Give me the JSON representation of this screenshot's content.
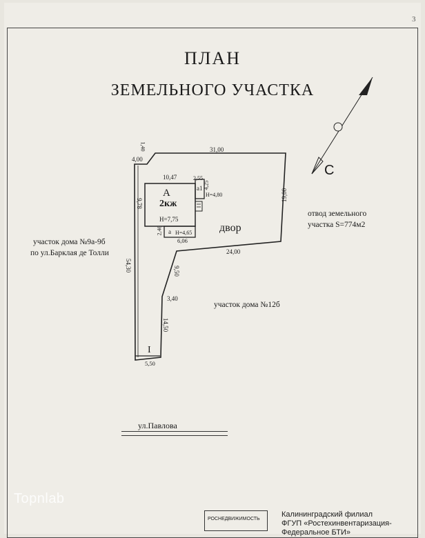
{
  "header": {
    "page_number": "3"
  },
  "title": {
    "line1": "ПЛАН",
    "line2": "ЗЕМЕЛЬНОГО УЧАСТКА"
  },
  "compass": {
    "letter": "С"
  },
  "plan": {
    "dims": {
      "top_left": "4,00",
      "top_left_side": "1,40",
      "top": "31,00",
      "right": "19,00",
      "house_top": "10,47",
      "house_left": "9,78",
      "porch_top": "2,55",
      "porch_side": "4,25",
      "left_long": "54,30",
      "yard_bottom": "24,00",
      "step_w": "6,06",
      "step_h": "2,46",
      "mid_vertical": "9,50",
      "notch": "3,40",
      "lower_vertical": "14,50",
      "bottom": "5,50"
    },
    "labels": {
      "house_letter": "А",
      "house_type": "2кж",
      "house_height": "Н=7,75",
      "porch_letter": "а1",
      "porch_height": "Н=4,80",
      "annex_letter": "а",
      "annex_height": "Н=4,65",
      "yard": "двор",
      "entrance": "I"
    }
  },
  "notes": {
    "allotment_line1": "отвод земельного",
    "allotment_line2": "участка S=774м2",
    "neighbor_left_line1": "участок дома №9а-9б",
    "neighbor_left_line2": "по ул.Барклая де Толли",
    "neighbor_right": "участок дома №12б",
    "street": "ул.Павлова"
  },
  "footer": {
    "watermark": "Topnlab",
    "stamp": "РОСНЕДВИЖИМОСТЬ",
    "org_line1": "Калининградский филиал",
    "org_line2": "ФГУП «Ростехинвентаризация-",
    "org_line3": "Федеральное БТИ»"
  }
}
